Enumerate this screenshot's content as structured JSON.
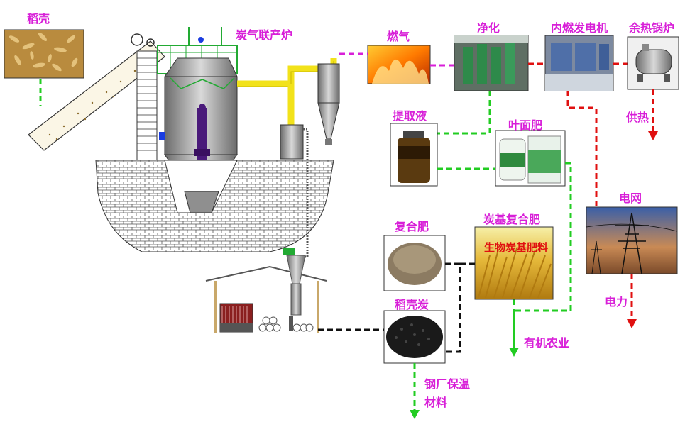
{
  "labels": {
    "rice_husk": "稻壳",
    "furnace": "炭气联产炉",
    "gas": "燃气",
    "purify": "净化",
    "engine": "内燃发电机",
    "boiler": "余热锅炉",
    "extract": "提取液",
    "foliar": "叶面肥",
    "heat": "供热",
    "grid": "电网",
    "compound": "复合肥",
    "carbon_compound": "炭基复合肥",
    "carbon_banner": "生物炭基肥料",
    "husk_char": "稻壳炭",
    "power": "电力",
    "organic": "有机农业",
    "steel1": "钢厂保温",
    "steel2": "材料"
  },
  "colors": {
    "magenta": "#d81fd8",
    "green": "#22cc22",
    "red": "#e01010",
    "black": "#111111",
    "yellow": "#f2e21a"
  }
}
